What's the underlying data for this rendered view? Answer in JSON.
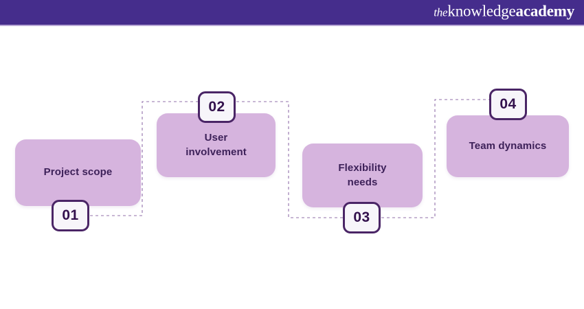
{
  "header": {
    "background_color": "#452d8c",
    "logo": {
      "name": "theknowledgeacademy",
      "part_the": "the",
      "part_knowledge": "knowledge",
      "part_academy": "academy"
    }
  },
  "diagram": {
    "type": "stepped-process-flow",
    "card_color": "#d6b4de",
    "badge_border_color": "#4a2566",
    "text_color": "#3d2159",
    "connector_color": "#6b3f8e",
    "steps": [
      {
        "number": "01",
        "label": "Project scope",
        "badge_position": "bottom"
      },
      {
        "number": "02",
        "label": "User\ninvolvement",
        "badge_position": "top"
      },
      {
        "number": "03",
        "label": "Flexibility\nneeds",
        "badge_position": "bottom"
      },
      {
        "number": "04",
        "label": "Team dynamics",
        "badge_position": "top"
      }
    ]
  }
}
